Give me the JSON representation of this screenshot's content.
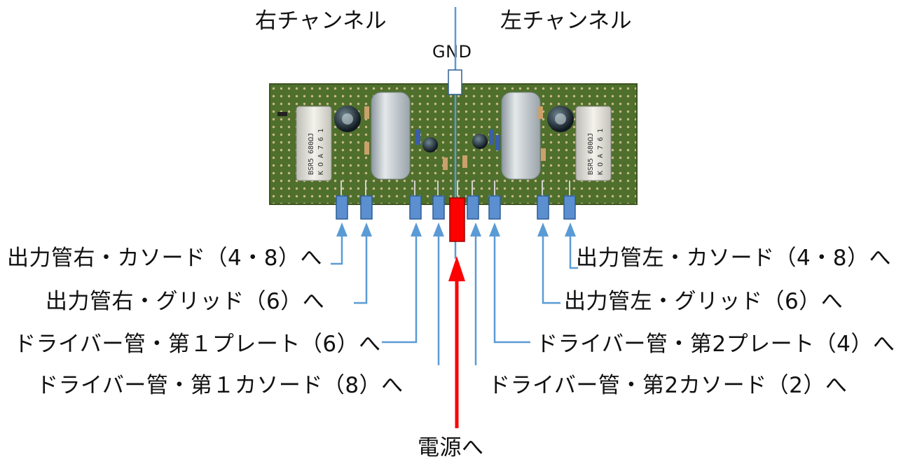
{
  "title_right_channel": "右チャンネル",
  "title_left_channel": "左チャンネル",
  "gnd_label": "GND",
  "labels": {
    "out_right_cathode": "出力管右・カソード（4・8）へ",
    "out_right_grid": "出力管右・グリッド（6）へ",
    "driver1_plate": "ドライバー管・第１プレート（6）へ",
    "driver1_cathode": "ドライバー管・第１カソード（8）へ",
    "out_left_cathode": "出力管左・カソード（4・8）へ",
    "out_left_grid": "出力管左・グリッド（6）へ",
    "driver2_plate": "ドライバー管・第2プレート（4）へ",
    "driver2_cathode": "ドライバー管・第2カソード（2）へ",
    "power": "電源へ"
  },
  "resistor_print": {
    "line1": "BSR5 680ΩJ",
    "line2": "K O A  7 6 1"
  },
  "colors": {
    "wire_blue": "#5b9bd5",
    "terminal_fill": "#5b8fd0",
    "terminal_stroke": "#2e5f94",
    "power_red": "#ff0000",
    "board_green": "#4a6a2a"
  }
}
